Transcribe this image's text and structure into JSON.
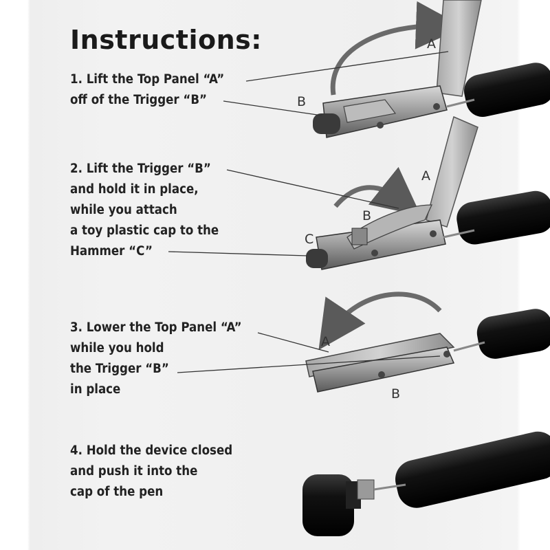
{
  "title": "Instructions:",
  "steps": [
    {
      "lines": [
        "1. Lift the Top Panel “A”",
        "off of the Trigger “B”"
      ]
    },
    {
      "lines": [
        "2. Lift the Trigger “B”",
        "and hold it in place,",
        "while you attach",
        "a toy plastic cap to the",
        "Hammer “C”"
      ]
    },
    {
      "lines": [
        "3. Lower the Top Panel “A”",
        "while you hold",
        "the Trigger “B”",
        "in place"
      ]
    },
    {
      "lines": [
        "4. Hold the device closed",
        "and push it into the",
        "cap of the pen"
      ]
    }
  ],
  "callouts": {
    "step1": {
      "a": "A",
      "b": "B"
    },
    "step2": {
      "a": "A",
      "b": "B",
      "c": "C"
    },
    "step3": {
      "a": "A",
      "b": "B"
    }
  }
}
